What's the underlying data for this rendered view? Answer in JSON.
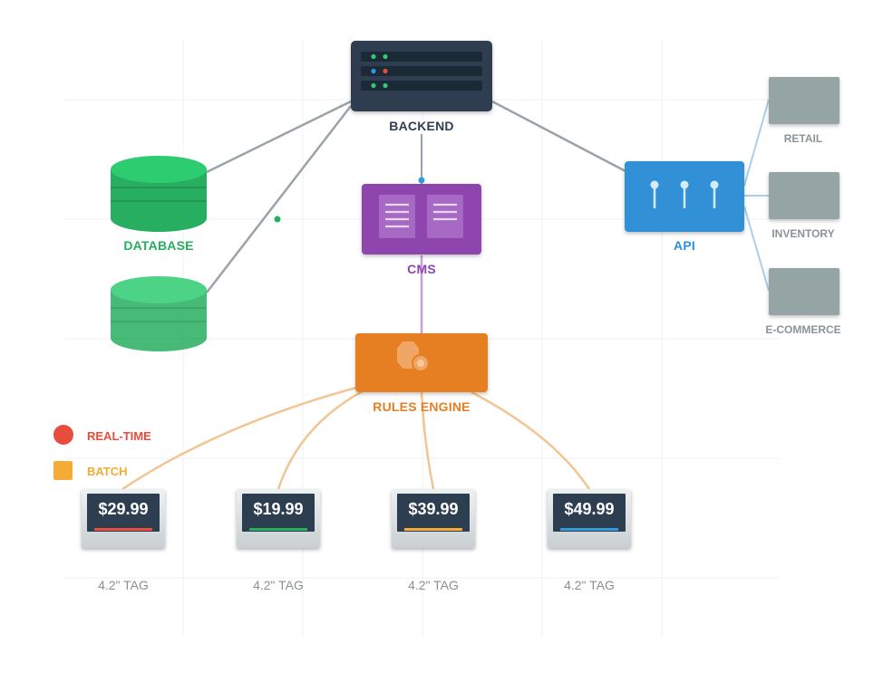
{
  "colors": {
    "backend": "#2f3e50",
    "database": "#27ae60",
    "cms": "#8e44ad",
    "api": "#3090d6",
    "rules": "#e67e22",
    "gray_node": "#95a5a6",
    "realtime": "#e74c3c",
    "batch": "#f5ab35"
  },
  "nodes": {
    "backend": {
      "label": "BACKEND",
      "icon": "server-rack-icon"
    },
    "database": {
      "label": "DATABASE",
      "icon": "database-cylinder-icon"
    },
    "cms": {
      "label": "CMS",
      "icon": "book-pages-icon"
    },
    "api": {
      "label": "API",
      "icon": "connector-pins-icon"
    },
    "rules": {
      "label": "RULES ENGINE",
      "icon": "gear-icon"
    }
  },
  "channels": [
    {
      "label": "RETAIL"
    },
    {
      "label": "INVENTORY"
    },
    {
      "label": "E-COMMERCE"
    }
  ],
  "legend": [
    {
      "label": "REAL-TIME",
      "shape": "circle",
      "color": "#e74c3c"
    },
    {
      "label": "BATCH",
      "shape": "square",
      "color": "#f5ab35"
    }
  ],
  "tags": [
    {
      "price": "$29.99",
      "label": "4.2\" TAG",
      "stripe": "#e74c3c"
    },
    {
      "price": "$19.99",
      "label": "4.2\" TAG",
      "stripe": "#27ae60"
    },
    {
      "price": "$39.99",
      "label": "4.2\" TAG",
      "stripe": "#f5ab35"
    },
    {
      "price": "$49.99",
      "label": "4.2\" TAG",
      "stripe": "#3498db"
    }
  ]
}
